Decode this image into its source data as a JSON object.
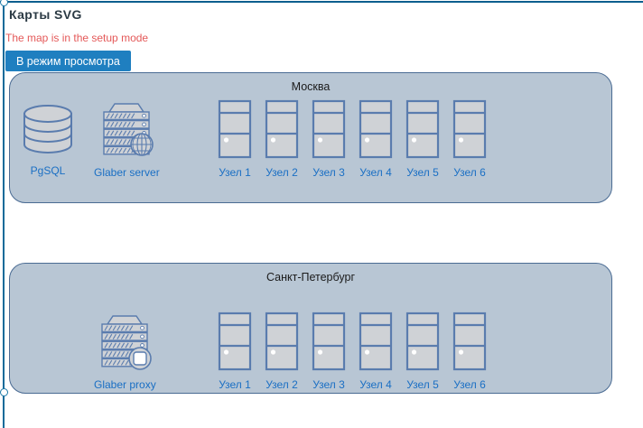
{
  "header": {
    "title": "Карты SVG",
    "setup_notice": "The map is in the setup mode",
    "mode_button_label": "В режим просмотра"
  },
  "panels": [
    {
      "id": "moscow",
      "title": "Москва",
      "devices": [
        {
          "name": "pgsql",
          "label": "PgSQL",
          "icon": "database-icon"
        },
        {
          "name": "glaber-server",
          "label": "Glaber server",
          "icon": "server-globe-icon"
        },
        {
          "name": "node-1",
          "label": "Узел 1",
          "icon": "workstation-icon"
        },
        {
          "name": "node-2",
          "label": "Узел 2",
          "icon": "workstation-icon"
        },
        {
          "name": "node-3",
          "label": "Узел 3",
          "icon": "workstation-icon"
        },
        {
          "name": "node-4",
          "label": "Узел 4",
          "icon": "workstation-icon"
        },
        {
          "name": "node-5",
          "label": "Узел 5",
          "icon": "workstation-icon"
        },
        {
          "name": "node-6",
          "label": "Узел 6",
          "icon": "workstation-icon"
        }
      ]
    },
    {
      "id": "spb",
      "title": "Санкт-Петербург",
      "devices": [
        {
          "name": "glaber-proxy",
          "label": "Glaber proxy",
          "icon": "server-proxy-icon"
        },
        {
          "name": "node-1",
          "label": "Узел 1",
          "icon": "workstation-icon"
        },
        {
          "name": "node-2",
          "label": "Узел 2",
          "icon": "workstation-icon"
        },
        {
          "name": "node-3",
          "label": "Узел 3",
          "icon": "workstation-icon"
        },
        {
          "name": "node-4",
          "label": "Узел 4",
          "icon": "workstation-icon"
        },
        {
          "name": "node-5",
          "label": "Узел 5",
          "icon": "workstation-icon"
        },
        {
          "name": "node-6",
          "label": "Узел 6",
          "icon": "workstation-icon"
        }
      ]
    }
  ],
  "colors": {
    "accent_button": "#1f7fc0",
    "warning_text": "#e45959",
    "panel_fill": "#b8c6d4",
    "panel_border": "#4a6b93",
    "label_link": "#1a6fc4",
    "frame_line": "#0b5e8e",
    "icon_stroke": "#5a7cae",
    "icon_fill": "#cfd2d6"
  }
}
